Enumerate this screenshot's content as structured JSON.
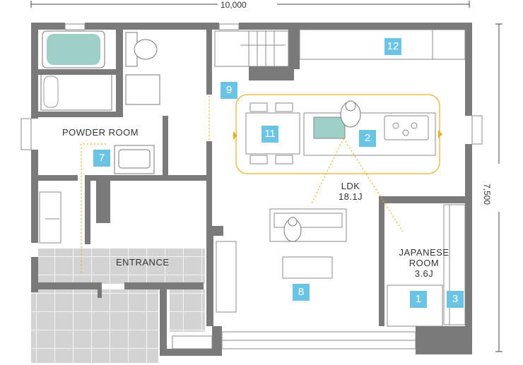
{
  "dimensions": {
    "width_label": "10,000",
    "depth_label": "7,500"
  },
  "rooms": {
    "powder_room": "POWDER ROOM",
    "ldk_name": "LDK",
    "ldk_size": "18.1J",
    "japanese_name_1": "JAPANESE",
    "japanese_name_2": "ROOM",
    "japanese_size": "3.6J",
    "entrance": "ENTRANCE"
  },
  "badges": {
    "b1": "1",
    "b2": "2",
    "b3": "3",
    "b7": "7",
    "b8": "8",
    "b9": "9",
    "b11": "11",
    "b12": "12"
  },
  "colors": {
    "wall": "#7a7a7a",
    "accent": "#e8b023",
    "badge": "#6cc4e4",
    "tile": "#cfcfcf",
    "water": "#9fd0c8"
  },
  "icons": [
    "bathtub-icon",
    "toilet-icon",
    "sink-icon",
    "stove-icon",
    "dining-table-icon",
    "sofa-icon",
    "person-icon",
    "staircase-icon",
    "closet-icon"
  ]
}
